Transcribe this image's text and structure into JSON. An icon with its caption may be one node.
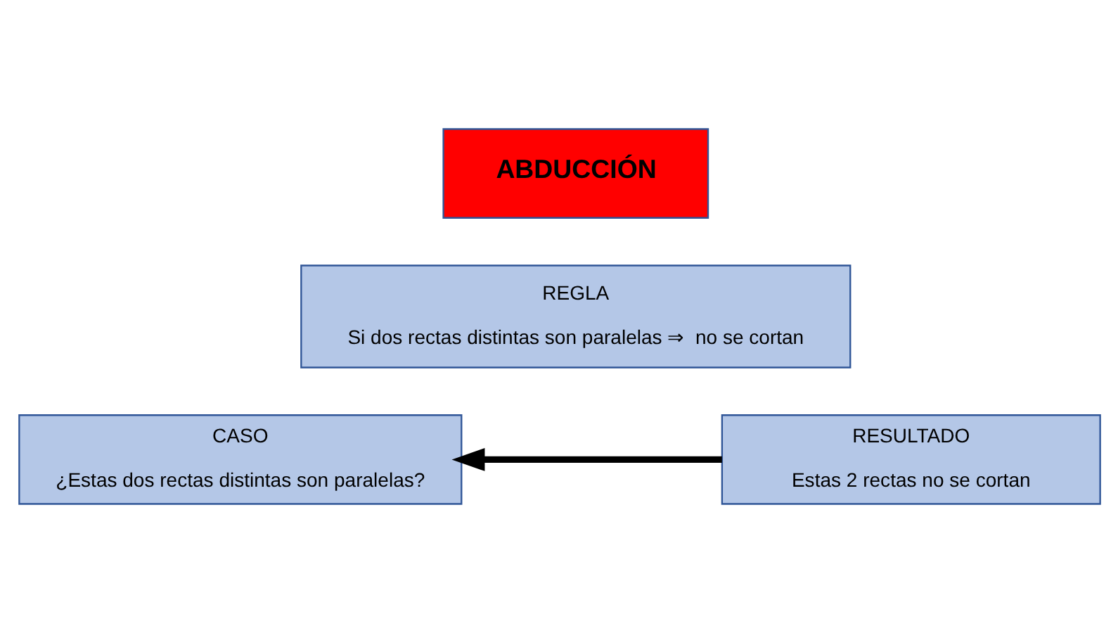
{
  "diagram": {
    "nodes": [
      {
        "text": [
          "ABDUCCIÓN"
        ]
      },
      {
        "text": [
          "REGLA",
          "Si dos rectas distintas son paralelas ⇒  no se cortan"
        ]
      },
      {
        "text": [
          "CASO",
          "¿Estas dos rectas distintas son paralelas?"
        ]
      },
      {
        "text": [
          "RESULTADO",
          "Estas 2 rectas no se cortan"
        ]
      }
    ],
    "edges": [
      {
        "from": 3,
        "to": 2,
        "arrow": "to"
      }
    ]
  }
}
